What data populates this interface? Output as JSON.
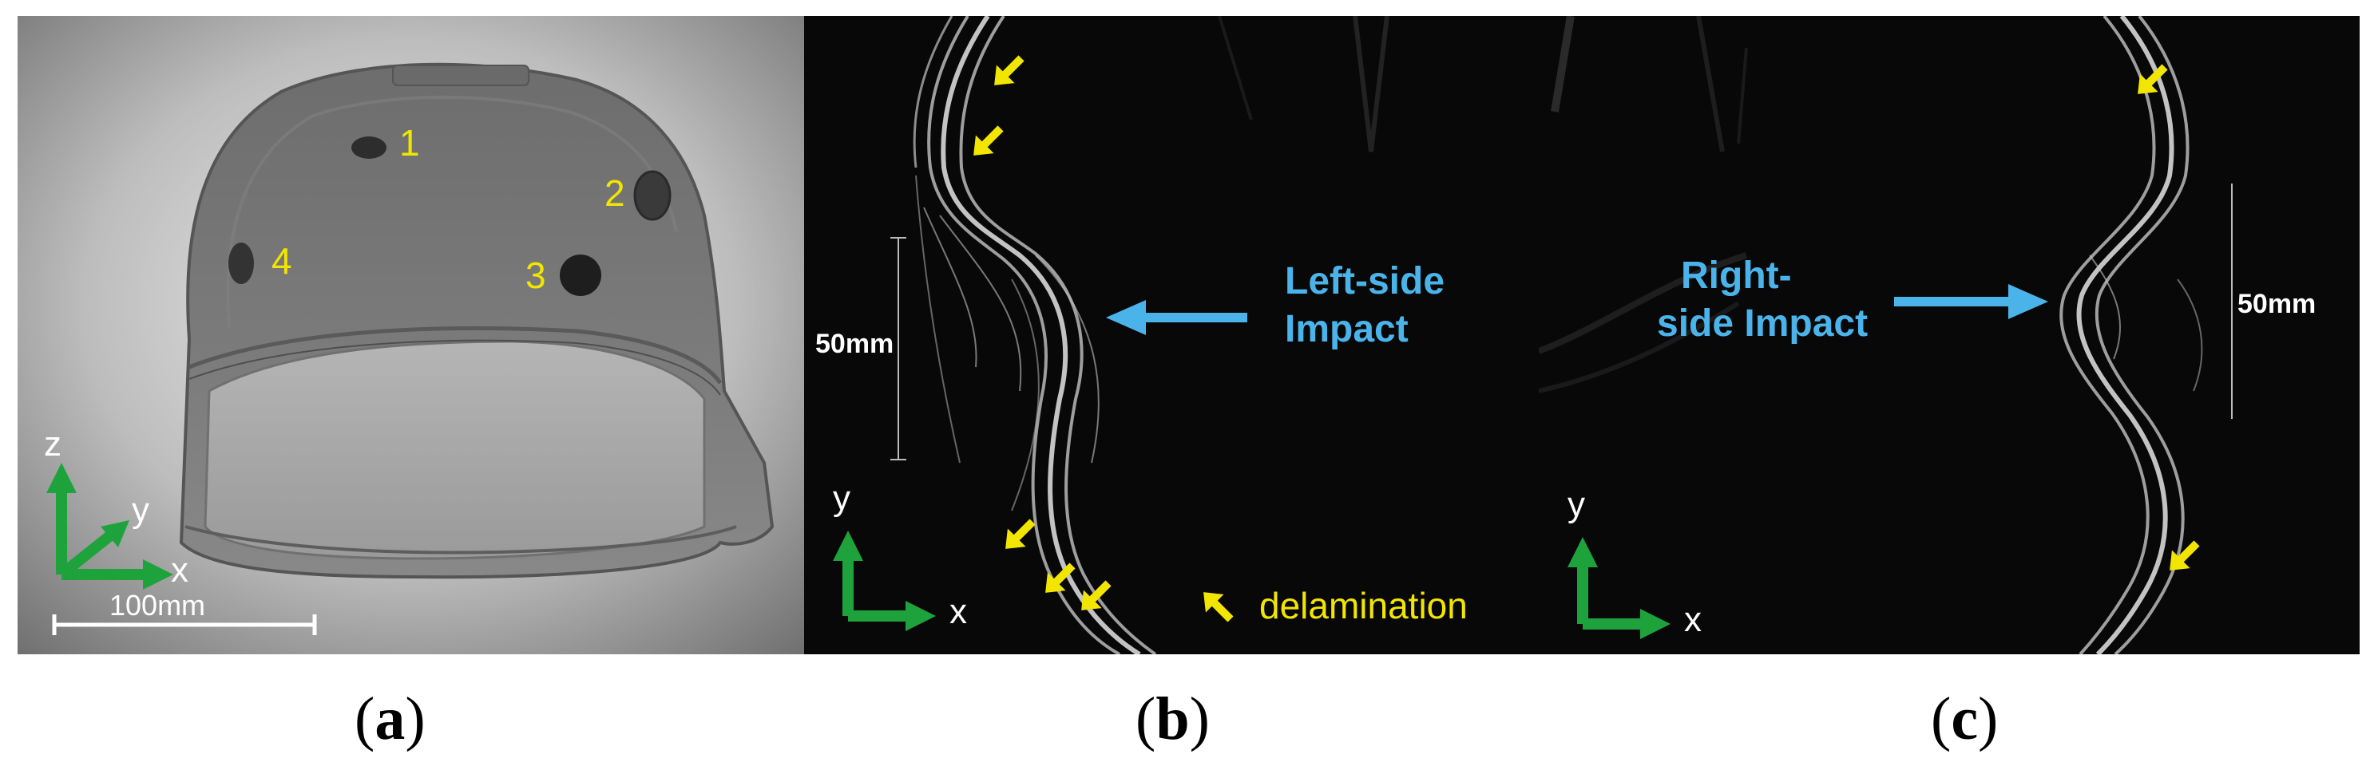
{
  "panels": {
    "a": {
      "caption_open": "(",
      "caption_letter": "a",
      "caption_close": ")",
      "markers": [
        "1",
        "2",
        "3",
        "4"
      ],
      "axes": {
        "z": "z",
        "y": "y",
        "x": "x"
      },
      "scale_bar": "100mm"
    },
    "b": {
      "caption_open": "(",
      "caption_letter": "b",
      "caption_close": ")",
      "scale_bar": "50mm",
      "impact_line1": "Left-side",
      "impact_line2": "Impact",
      "legend": "delamination",
      "axes": {
        "y": "y",
        "x": "x"
      }
    },
    "c": {
      "caption_open": "(",
      "caption_letter": "c",
      "caption_close": ")",
      "scale_bar": "50mm",
      "impact_line1": "Right-",
      "impact_line2": "side Impact",
      "axes": {
        "y": "y",
        "x": "x"
      }
    }
  },
  "colors": {
    "annotation_yellow": "#f2e600",
    "impact_blue": "#4ab3ea",
    "axis_green": "#1ea33c"
  }
}
